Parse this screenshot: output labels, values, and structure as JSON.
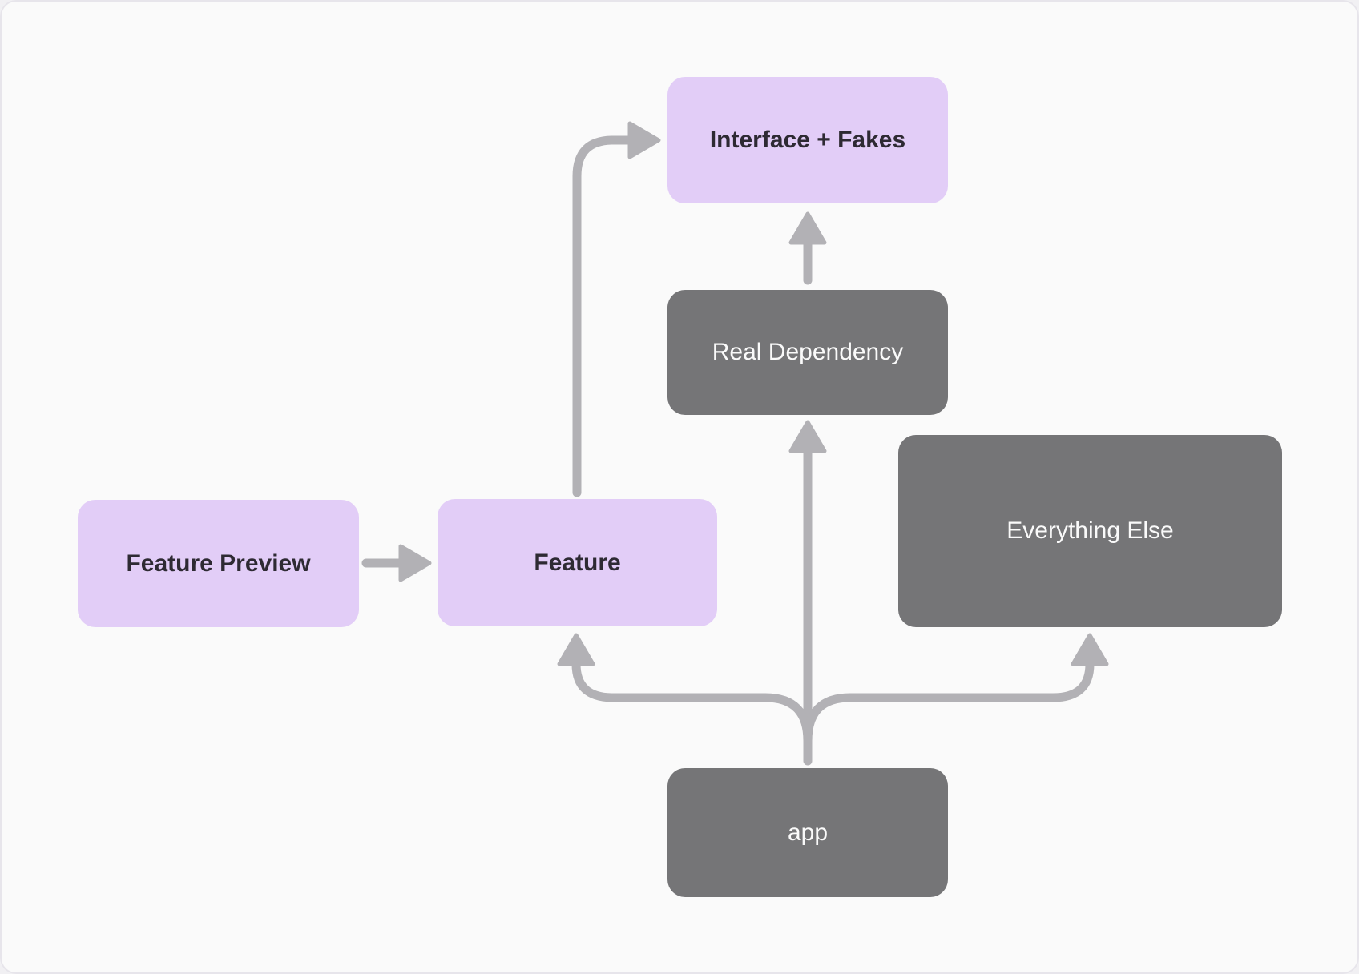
{
  "diagram": {
    "title": "feature preview dependency diagram",
    "nodes": [
      {
        "id": "interface-fakes",
        "label": "Interface + Fakes",
        "variant": "purple"
      },
      {
        "id": "real-dependency",
        "label": "Real Dependency",
        "variant": "gray"
      },
      {
        "id": "everything-else",
        "label": "Everything Else",
        "variant": "gray"
      },
      {
        "id": "feature-preview",
        "label": "Feature Preview",
        "variant": "purple"
      },
      {
        "id": "feature",
        "label": "Feature",
        "variant": "purple"
      },
      {
        "id": "app",
        "label": "app",
        "variant": "gray"
      }
    ],
    "edges": [
      {
        "from": "feature-preview",
        "to": "feature"
      },
      {
        "from": "feature",
        "to": "interface-fakes"
      },
      {
        "from": "real-dependency",
        "to": "interface-fakes"
      },
      {
        "from": "app",
        "to": "real-dependency"
      },
      {
        "from": "app",
        "to": "feature"
      },
      {
        "from": "app",
        "to": "everything-else"
      }
    ],
    "colors": {
      "background": "#fafafa",
      "node_purple_bg": "#e2cdf7",
      "node_purple_text": "#2e2a33",
      "node_gray_bg": "#757577",
      "node_gray_text": "#fafafa",
      "arrow": "#b2b1b5"
    }
  }
}
